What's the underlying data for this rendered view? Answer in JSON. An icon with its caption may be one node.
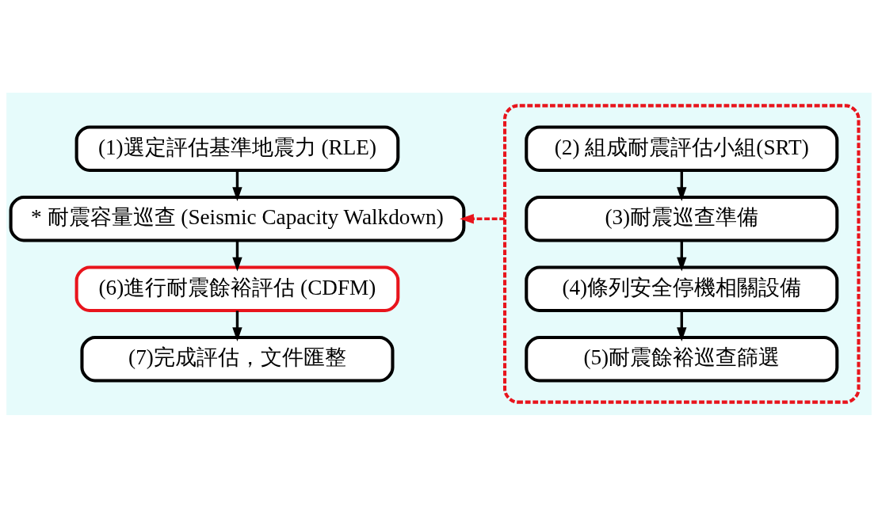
{
  "diagram": {
    "nodes": [
      {
        "text": [
          "(1)選定評估基準地震力 (RLE)"
        ]
      },
      {
        "text": [
          "* 耐震容量巡查 (Seismic Capacity Walkdown)"
        ]
      },
      {
        "text": [
          "(6)進行耐震餘裕評估 (CDFM)"
        ]
      },
      {
        "text": [
          "(7)完成評估，文件匯整"
        ]
      },
      {
        "text": [],
        "shape": "box"
      },
      {
        "text": [
          "(2) 組成耐震評估小組(SRT)"
        ],
        "in": 4
      },
      {
        "text": [
          "(3)耐震巡查準備"
        ],
        "in": 4
      },
      {
        "text": [
          "(4)條列安全停機相關設備"
        ],
        "in": 4
      },
      {
        "text": [
          "(5)耐震餘裕巡查篩選"
        ],
        "in": 4
      }
    ],
    "edges": [
      {
        "from": 0,
        "to": 1,
        "arrow": "to"
      },
      {
        "from": 1,
        "to": 2,
        "arrow": "to"
      },
      {
        "from": 2,
        "to": 3,
        "arrow": "to"
      },
      {
        "from": 5,
        "to": 6,
        "arrow": "to"
      },
      {
        "from": 6,
        "to": 7,
        "arrow": "to"
      },
      {
        "from": 7,
        "to": 8,
        "arrow": "to"
      },
      {
        "from": 4,
        "to": 1,
        "arrow": "to",
        "style": "dashed",
        "color": "#e8141c"
      }
    ]
  }
}
